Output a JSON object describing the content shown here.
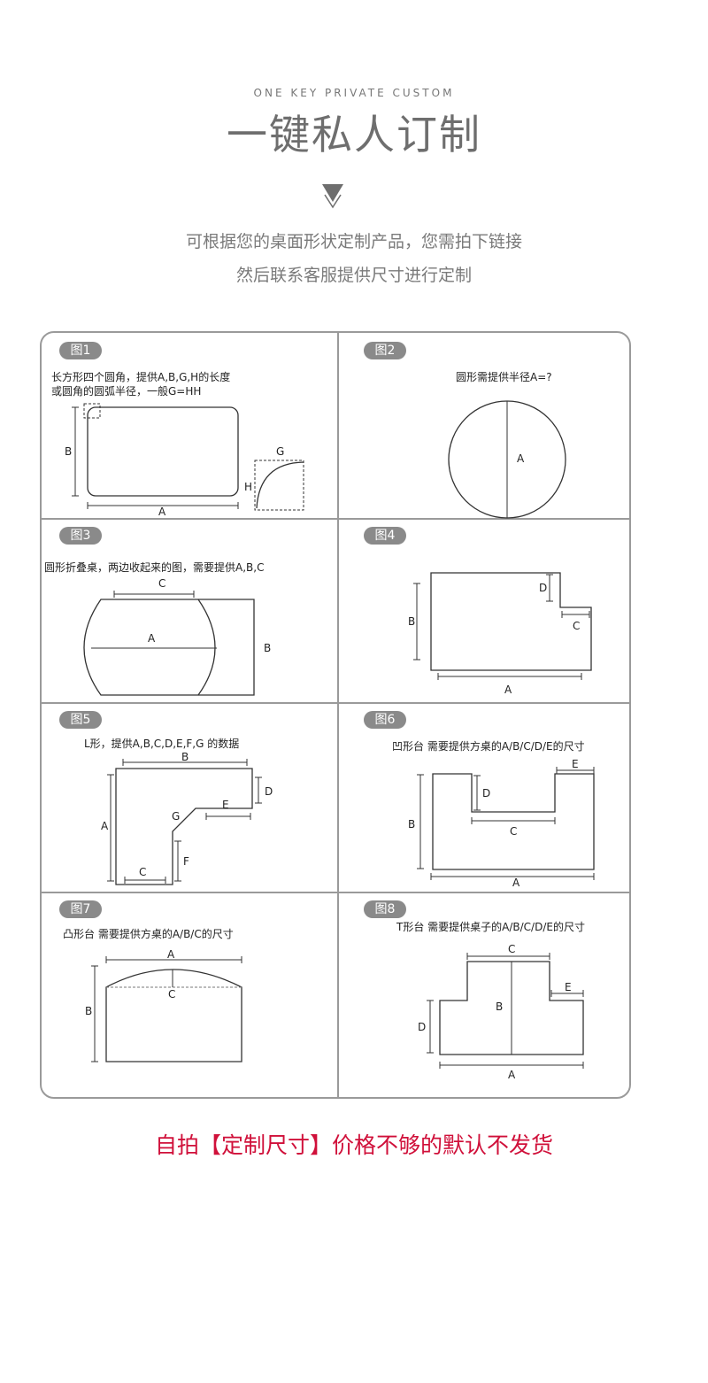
{
  "header": {
    "subtitle_en": "ONE KEY PRIVATE CUSTOM",
    "title_cn": "一键私人订制"
  },
  "intro": {
    "line1": "可根据您的桌面形状定制产品，您需拍下链接",
    "line2": "然后联系客服提供尺寸进行定制"
  },
  "figures": [
    {
      "badge": "图1",
      "desc_line1": "长方形四个圆角，提供A,B,G,H的长度",
      "desc_line2": "或圆角的圆弧半径，一般G=HH",
      "labels": {
        "a": "A",
        "b": "B",
        "g": "G",
        "h": "H"
      }
    },
    {
      "badge": "图2",
      "desc_line1": "圆形需提供半径A=?",
      "labels": {
        "a": "A"
      }
    },
    {
      "badge": "图3",
      "desc_line1": "圆形折叠桌，两边收起来的图，需要提供A,B,C",
      "labels": {
        "a": "A",
        "b": "B",
        "c": "C"
      }
    },
    {
      "badge": "图4",
      "labels": {
        "a": "A",
        "b": "B",
        "c": "C",
        "d": "D"
      }
    },
    {
      "badge": "图5",
      "desc_line1": "L形，提供A,B,C,D,E,F,G 的数据",
      "labels": {
        "a": "A",
        "b": "B",
        "c": "C",
        "d": "D",
        "e": "E",
        "f": "F",
        "g": "G"
      }
    },
    {
      "badge": "图6",
      "desc_line1": "凹形台 需要提供方桌的A/B/C/D/E的尺寸",
      "labels": {
        "a": "A",
        "b": "B",
        "c": "C",
        "d": "D",
        "e": "E"
      }
    },
    {
      "badge": "图7",
      "desc_line1": "凸形台 需要提供方桌的A/B/C的尺寸",
      "labels": {
        "a": "A",
        "b": "B",
        "c": "C"
      }
    },
    {
      "badge": "图8",
      "desc_line1": "T形台 需要提供桌子的A/B/C/D/E的尺寸",
      "labels": {
        "a": "A",
        "b": "B",
        "c": "C",
        "d": "D",
        "e": "E"
      }
    }
  ],
  "footer": {
    "note": "自拍【定制尺寸】价格不够的默认不发货"
  }
}
